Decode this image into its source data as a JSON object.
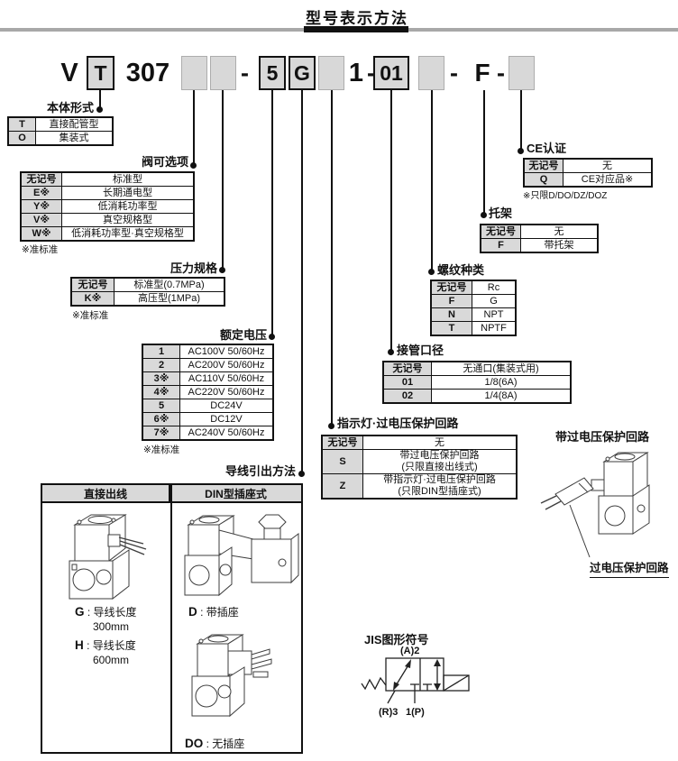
{
  "title": "型号表示方法",
  "colors": {
    "key_cell_gray": "#d9d9d9",
    "box_gray": "#d8d8d8",
    "line_black": "#111111",
    "rule_gray": "#a8a8a8"
  },
  "model_code": {
    "segments": [
      {
        "text": "V"
      },
      {
        "text": "T"
      },
      {
        "text": "307"
      },
      {
        "text": ""
      },
      {
        "text": ""
      },
      {
        "text": "-"
      },
      {
        "text": "5"
      },
      {
        "text": "G"
      },
      {
        "text": ""
      },
      {
        "text": "1"
      },
      {
        "text": "-"
      },
      {
        "text": "01"
      },
      {
        "text": ""
      },
      {
        "text": "-"
      },
      {
        "text": "F"
      },
      {
        "text": "-"
      },
      {
        "text": ""
      }
    ]
  },
  "tables": {
    "body_type": {
      "title": "本体形式",
      "rows": [
        [
          "T",
          "直接配管型"
        ],
        [
          "O",
          "集装式"
        ]
      ]
    },
    "valve_option": {
      "title": "阀可选项",
      "note": "※准标准",
      "rows": [
        [
          "无记号",
          "标准型"
        ],
        [
          "E※",
          "长期通电型"
        ],
        [
          "Y※",
          "低消耗功率型"
        ],
        [
          "V※",
          "真空规格型"
        ],
        [
          "W※",
          "低消耗功率型·真空规格型"
        ]
      ]
    },
    "pressure": {
      "title": "压力规格",
      "note": "※准标准",
      "rows": [
        [
          "无记号",
          "标准型(0.7MPa)"
        ],
        [
          "K※",
          "高压型(1MPa)"
        ]
      ]
    },
    "voltage": {
      "title": "额定电压",
      "note": "※准标准",
      "rows": [
        [
          "1",
          "AC100V 50/60Hz"
        ],
        [
          "2",
          "AC200V 50/60Hz"
        ],
        [
          "3※",
          "AC110V 50/60Hz"
        ],
        [
          "4※",
          "AC220V 50/60Hz"
        ],
        [
          "5",
          "DC24V"
        ],
        [
          "6※",
          "DC12V"
        ],
        [
          "7※",
          "AC240V 50/60Hz"
        ]
      ]
    },
    "ce": {
      "title": "CE认证",
      "note": "※只限D/DO/DZ/DOZ",
      "rows": [
        [
          "无记号",
          "无"
        ],
        [
          "Q",
          "CE对应品※"
        ]
      ]
    },
    "bracket": {
      "title": "托架",
      "rows": [
        [
          "无记号",
          "无"
        ],
        [
          "F",
          "带托架"
        ]
      ]
    },
    "thread": {
      "title": "螺纹种类",
      "rows": [
        [
          "无记号",
          "Rc"
        ],
        [
          "F",
          "G"
        ],
        [
          "N",
          "NPT"
        ],
        [
          "T",
          "NPTF"
        ]
      ]
    },
    "port": {
      "title": "接管口径",
      "rows": [
        [
          "无记号",
          "无通口(集装式用)"
        ],
        [
          "01",
          "1/8(6A)"
        ],
        [
          "02",
          "1/4(8A)"
        ]
      ]
    },
    "indicator": {
      "title": "指示灯·过电压保护回路",
      "rows": [
        [
          "无记号",
          "无"
        ],
        [
          "S",
          "带过电压保护回路\n(只限直接出线式)"
        ],
        [
          "Z",
          "带指示灯·过电压保护回路\n(只限DIN型插座式)"
        ]
      ]
    }
  },
  "lead_wire": {
    "title": "导线引出方法",
    "col_left": "直接出线",
    "col_right": "DIN型插座式",
    "g_key": "G",
    "g_text": " : 导线长度",
    "g_len": "300mm",
    "h_key": "H",
    "h_text": " : 导线长度",
    "h_len": "600mm",
    "d_key": "D",
    "d_text": " : 带插座",
    "do_key": "DO",
    "do_text": " : 无插座"
  },
  "overvoltage": {
    "heading": "带过电压保护回路",
    "callout": "过电压保护回路"
  },
  "jis": {
    "title": "JIS图形符号",
    "port_a": "(A)2",
    "port_r": "(R)3",
    "port_p": "1(P)"
  }
}
